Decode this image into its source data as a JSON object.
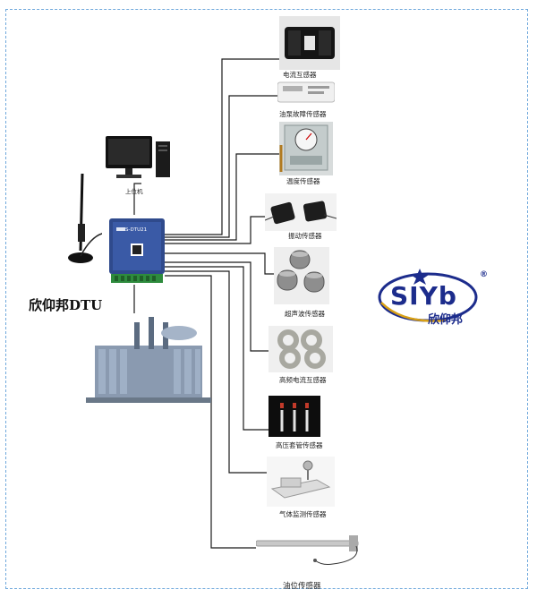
{
  "dtu": {
    "caption": "欣仰邦DTU",
    "model": "S-DTU21"
  },
  "host": {
    "label": "上位机"
  },
  "logo": {
    "letters": "SIYb",
    "registered": "®",
    "name": "欣仰邦",
    "color_primary": "#1c2c8c",
    "color_accent": "#d8a016"
  },
  "sensors": [
    {
      "label": "电流互感器",
      "icon": "current-transformer"
    },
    {
      "label": "油泵故障传感器",
      "icon": "oil-pump-fault-sensor"
    },
    {
      "label": "温度传感器",
      "icon": "temperature-sensor"
    },
    {
      "label": "振动传感器",
      "icon": "vibration-sensor"
    },
    {
      "label": "超声波传感器",
      "icon": "ultrasonic-sensor"
    },
    {
      "label": "高频电流互感器",
      "icon": "hf-current-transformer"
    },
    {
      "label": "高压套管传感器",
      "icon": "hv-bushing-sensor"
    },
    {
      "label": "气体监测传感器",
      "icon": "gas-monitor-sensor"
    },
    {
      "label": "油位传感器",
      "icon": "oil-level-sensor"
    }
  ],
  "colors": {
    "frame": "#6fa8dc",
    "wire": "#1a1a1a",
    "dtu_body": "#2f4a8c"
  }
}
